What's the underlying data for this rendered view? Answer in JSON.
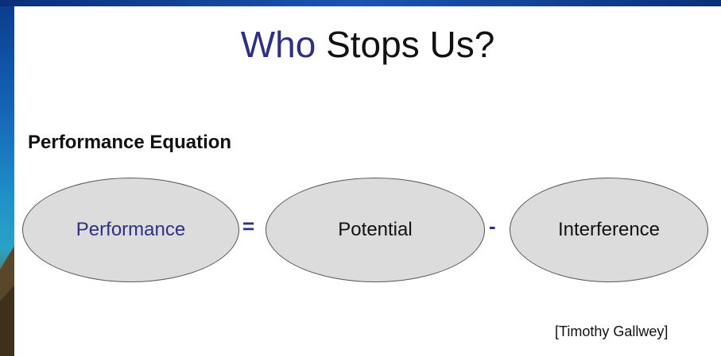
{
  "slide": {
    "title_accent": "Who",
    "title_rest": "Stops Us?",
    "subtitle": "Performance Equation",
    "equation": {
      "term1": "Performance",
      "operator1": "=",
      "term2": "Potential",
      "operator2": "-",
      "term3": "Interference"
    },
    "citation": "[Timothy Gallwey]"
  },
  "colors": {
    "accent": "#2e2f86",
    "ellipse_fill": "#dcdcdc",
    "text": "#111111",
    "frame_blue": "#1464b4"
  }
}
